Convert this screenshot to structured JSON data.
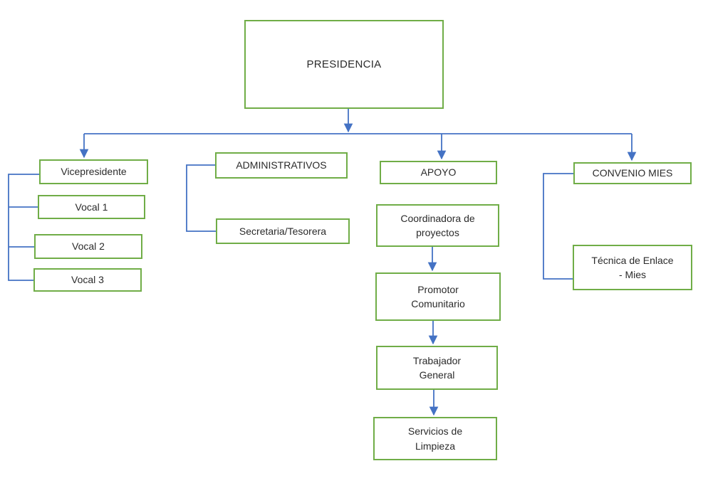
{
  "colors": {
    "background": "#ffffff",
    "box_border": "#70ad47",
    "connector": "#4472c4",
    "text": "#2b2b2b"
  },
  "nodes": {
    "presidencia": {
      "label": "PRESIDENCIA"
    },
    "vicepresidente": {
      "label": "Vicepresidente"
    },
    "vocal_1": {
      "label": "Vocal 1"
    },
    "vocal_2": {
      "label": "Vocal 2"
    },
    "vocal_3": {
      "label": "Vocal 3"
    },
    "administrativos": {
      "label": "ADMINISTRATIVOS"
    },
    "secretaria_tesorera": {
      "label": "Secretaria/Tesorera"
    },
    "apoyo": {
      "label": "APOYO"
    },
    "coordinadora_proyectos": {
      "label": "Coordinadora de\nproyectos"
    },
    "promotor_comunitario": {
      "label": "Promotor\nComunitario"
    },
    "trabajador_general": {
      "label": "Trabajador\nGeneral"
    },
    "servicios_limpieza": {
      "label": "Servicios de\nLimpieza"
    },
    "convenio_mies": {
      "label": "CONVENIO MIES"
    },
    "tecnica_enlace_mies": {
      "label": "Técnica de Enlace\n- Mies"
    }
  },
  "edges": [
    {
      "from": "PRESIDENCIA",
      "to": "Vicepresidente"
    },
    {
      "from": "PRESIDENCIA",
      "to": "APOYO"
    },
    {
      "from": "PRESIDENCIA",
      "to": "CONVENIO MIES"
    },
    {
      "from": "Vicepresidente",
      "to": "Vocal 1"
    },
    {
      "from": "Vicepresidente",
      "to": "Vocal 2"
    },
    {
      "from": "Vicepresidente",
      "to": "Vocal 3"
    },
    {
      "from": "ADMINISTRATIVOS",
      "to": "Secretaria/Tesorera"
    },
    {
      "from": "Coordinadora de proyectos",
      "to": "Promotor Comunitario"
    },
    {
      "from": "Promotor Comunitario",
      "to": "Trabajador General"
    },
    {
      "from": "Trabajador General",
      "to": "Servicios de Limpieza"
    },
    {
      "from": "CONVENIO MIES",
      "to": "Técnica de Enlace - Mies"
    }
  ]
}
